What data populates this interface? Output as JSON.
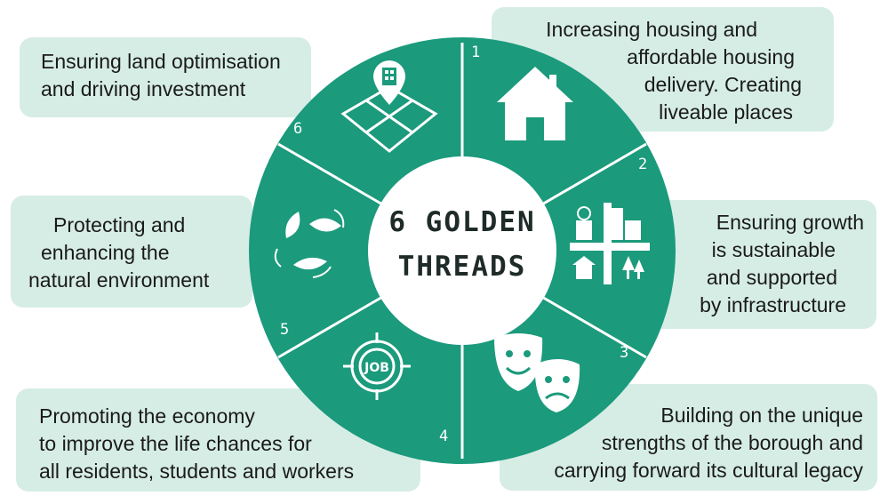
{
  "center": {
    "line1": "6 GOLDEN",
    "line2": "THREADS"
  },
  "colors": {
    "wheel": "#1b9a7c",
    "callout": "#d6ede5",
    "text": "#1a1a1a"
  },
  "threads": [
    {
      "number": "1",
      "icon": "house-icon",
      "lines": [
        "Increasing housing and",
        "affordable housing",
        "delivery. Creating",
        "liveable places"
      ]
    },
    {
      "number": "2",
      "icon": "city-infrastructure-icon",
      "lines": [
        "Ensuring growth",
        "is sustainable",
        "and supported",
        "by infrastructure"
      ]
    },
    {
      "number": "3",
      "icon": "theatre-masks-icon",
      "lines": [
        "Building on the unique",
        "strengths of the borough and",
        "carrying forward its cultural legacy"
      ]
    },
    {
      "number": "4",
      "icon": "job-target-icon",
      "lines": [
        "Promoting the economy",
        "to improve the life chances for",
        "all residents, students and workers"
      ]
    },
    {
      "number": "5",
      "icon": "leaves-icon",
      "lines": [
        "Protecting and",
        "enhancing the",
        "natural environment"
      ]
    },
    {
      "number": "6",
      "icon": "land-plot-pin-icon",
      "lines": [
        "Ensuring land optimisation",
        "and driving investment"
      ]
    }
  ]
}
